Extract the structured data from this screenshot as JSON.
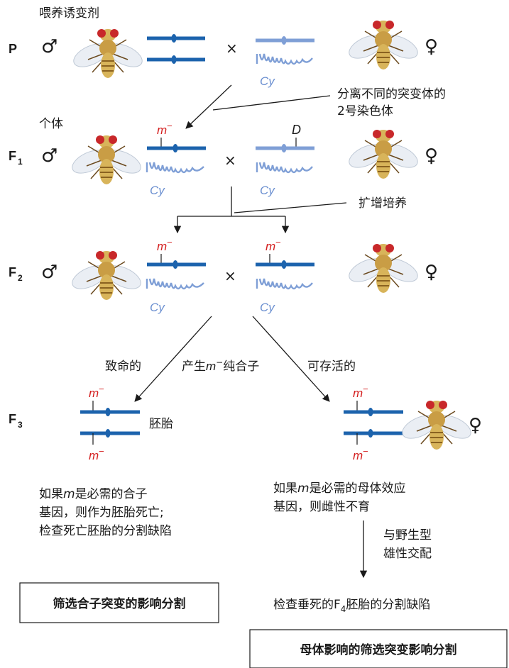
{
  "generations": {
    "p": "P",
    "f1": "F",
    "f1_sub": "1",
    "f2": "F",
    "f2_sub": "2",
    "f3": "F",
    "f3_sub": "3"
  },
  "symbols": {
    "male": "♂",
    "female": "♀",
    "cross": "×"
  },
  "labels": {
    "mutagen": "喂养诱变剂",
    "separate_line1": "分离不同的突变体的",
    "separate_line2": "2号染色体",
    "individual": "个体",
    "amplify": "扩增培养",
    "lethal": "致命的",
    "produce_pre": "产生",
    "produce_m": "m",
    "produce_post": "纯合子",
    "viable": "可存活的",
    "embryo": "胚胎",
    "zygotic_line1_pre": "如果",
    "zygotic_line1_m": "m",
    "zygotic_line1_post": "是必需的合子",
    "zygotic_line2": "基因，则作为胚胎死亡;",
    "zygotic_line3": "检查死亡胚胎的分割缺陷",
    "maternal_line1_pre": "如果",
    "maternal_line1_m": "m",
    "maternal_line1_post": "是必需的母体效应",
    "maternal_line2": "基因，则雌性不育",
    "wild_line1": "与野生型",
    "wild_line2": "雄性交配",
    "f4_pre": "检查垂死的F",
    "f4_sub": "4",
    "f4_post": "胚胎的分割缺陷",
    "box_zygotic": "筛选合子突变的影响分割",
    "box_maternal": "母体影响的筛选突变影响分割"
  },
  "alleles": {
    "cy": "Cy",
    "m": "m",
    "minus": "−",
    "d": "D"
  },
  "colors": {
    "chromosome_dark": "#1c63ad",
    "chromosome_light": "#7f9fd6",
    "mutant_label": "#d42020",
    "fly_body": "#d8b45a",
    "fly_eye": "#c8282a"
  }
}
